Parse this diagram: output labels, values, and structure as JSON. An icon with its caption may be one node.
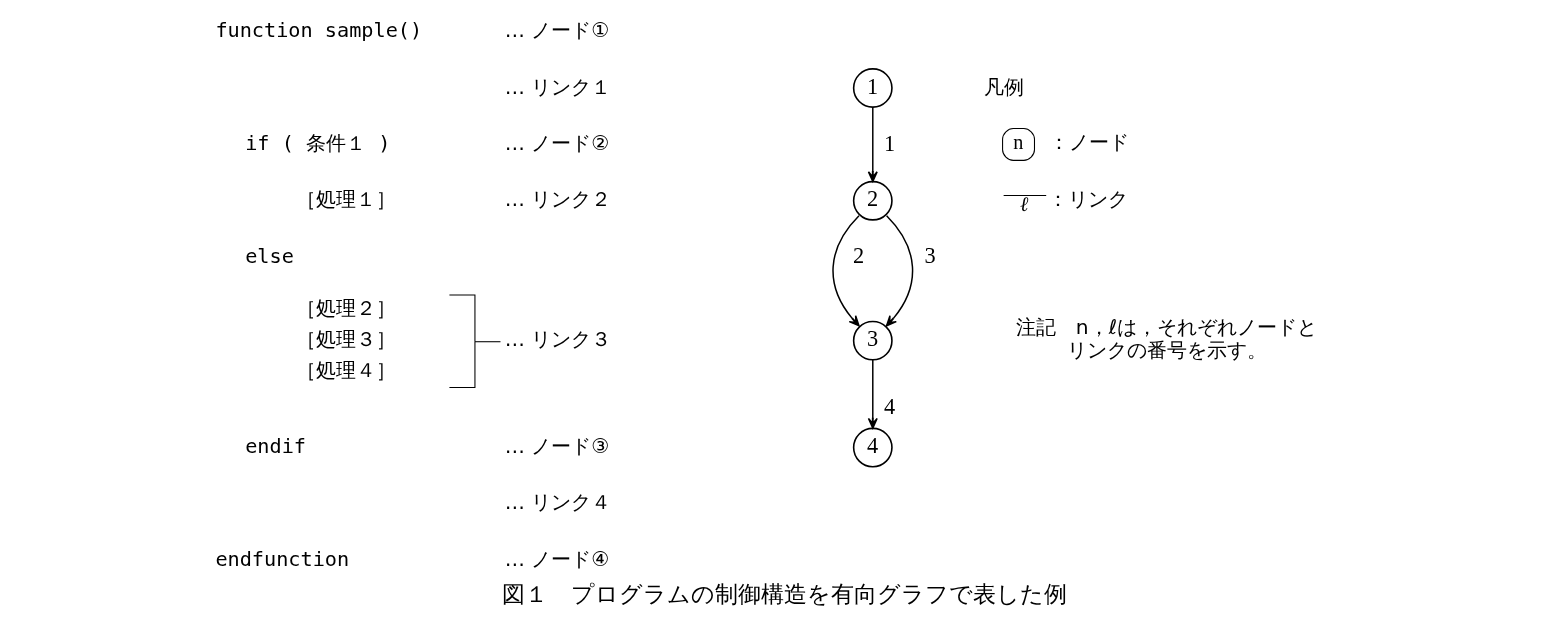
{
  "diagram": {
    "caption": "図１　プログラムの制御構造を有向グラフで表した例",
    "nodes": [
      {
        "text": [
          "1"
        ]
      },
      {
        "text": [
          "2"
        ]
      },
      {
        "text": [
          "3"
        ]
      },
      {
        "text": [
          "4"
        ]
      }
    ],
    "edges": [
      {
        "from": 0,
        "to": 1,
        "arrow": "to",
        "label": "1"
      },
      {
        "from": 1,
        "to": 2,
        "arrow": "to",
        "label": "2"
      },
      {
        "from": 1,
        "to": 2,
        "arrow": "to",
        "label": "3"
      },
      {
        "from": 2,
        "to": 3,
        "arrow": "to",
        "label": "4"
      }
    ],
    "labels": [
      "function sample()",
      "… ノード①",
      "… リンク１",
      "if ( 条件１ )",
      "… ノード②",
      "［処理１］",
      "… リンク２",
      "else",
      "［処理２］",
      "［処理３］",
      "… リンク３",
      "［処理４］",
      "endif",
      "… ノード③",
      "… リンク４",
      "endfunction",
      "… ノード④",
      "凡例",
      "n",
      "ℓ",
      "注記　n，ℓは，それぞれノードとリンクの番号を示す。"
    ],
    "legend": [
      {
        "text": "：ノード"
      },
      {
        "text": "：リンク"
      }
    ]
  }
}
